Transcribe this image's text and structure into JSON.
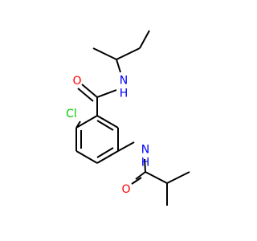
{
  "colors": {
    "background": "#ffffff",
    "bond": "#000000",
    "O": "#ff0000",
    "N": "#0000ff",
    "Cl": "#00cc00"
  },
  "atoms": {
    "amide_o": "O",
    "amide_nh": "N\nH",
    "chloro": "Cl",
    "anilide_nh": "N\nH",
    "isobutyryl_o": "O"
  }
}
